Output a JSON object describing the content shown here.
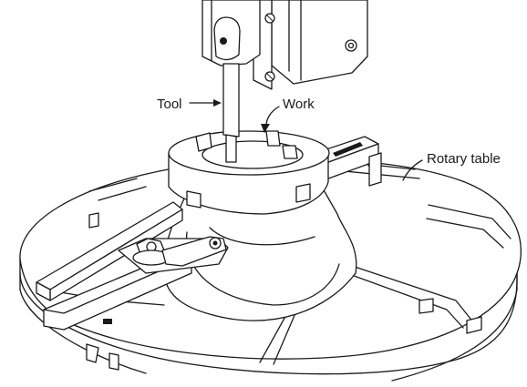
{
  "labels": {
    "tool": "Tool",
    "work": "Work",
    "rotary_table": "Rotary table"
  },
  "colors": {
    "ink": "#1a1a1a",
    "paper": "#ffffff"
  }
}
